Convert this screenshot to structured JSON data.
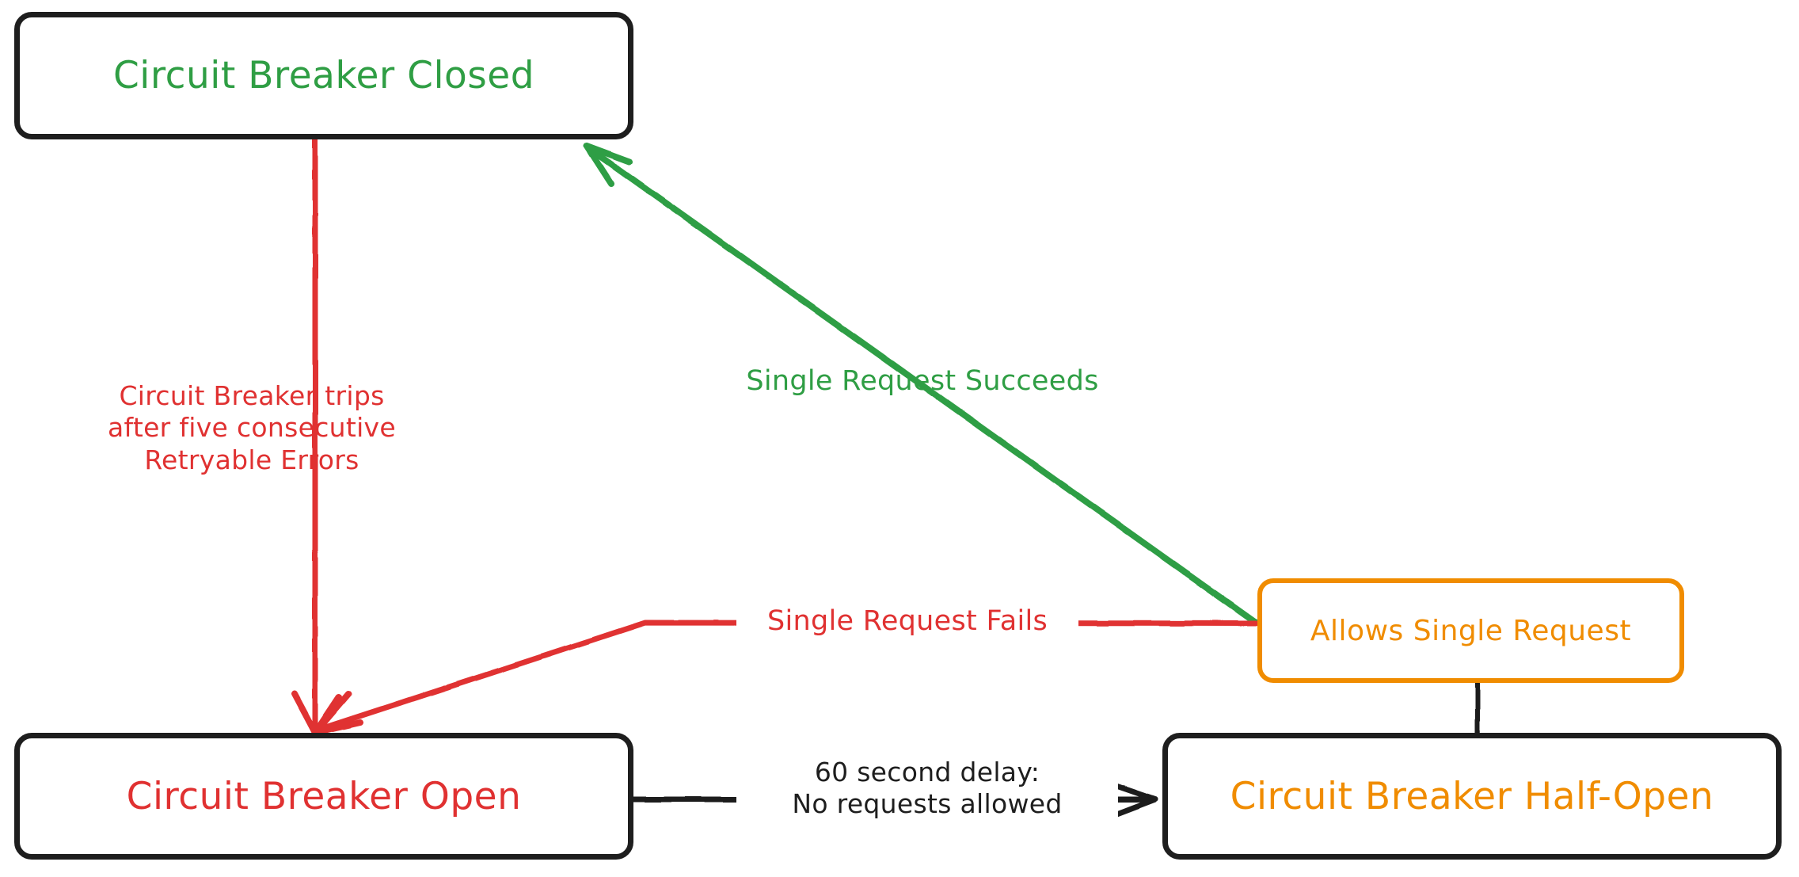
{
  "diagram": {
    "title": "Circuit Breaker State Diagram",
    "type": "state-diagram",
    "background": "#ffffff",
    "colors": {
      "green": "#2f9e44",
      "red": "#e03131",
      "orange": "#f08c00",
      "black": "#1e1e1e"
    },
    "nodes": [
      {
        "id": "closed",
        "label": "Circuit Breaker Closed",
        "text_color": "#2f9e44",
        "border_color": "#1e1e1e"
      },
      {
        "id": "open",
        "label": "Circuit Breaker Open",
        "text_color": "#e03131",
        "border_color": "#1e1e1e"
      },
      {
        "id": "allows",
        "label": "Allows Single Request",
        "text_color": "#f08c00",
        "border_color": "#f08c00"
      },
      {
        "id": "half_open",
        "label": "Circuit Breaker Half-Open",
        "text_color": "#f08c00",
        "border_color": "#1e1e1e"
      }
    ],
    "edges": [
      {
        "id": "closed-to-open",
        "from": "closed",
        "to": "open",
        "color": "#e03131",
        "label": "Circuit Breaker trips\nafter five consecutive\nRetryable Errors"
      },
      {
        "id": "allows-to-closed",
        "from": "allows",
        "to": "closed",
        "color": "#2f9e44",
        "label": "Single Request Succeeds"
      },
      {
        "id": "allows-to-open",
        "from": "allows",
        "to": "open",
        "color": "#e03131",
        "label": "Single Request Fails"
      },
      {
        "id": "open-to-half-open",
        "from": "open",
        "to": "half_open",
        "color": "#1e1e1e",
        "label": "60 second delay:\nNo requests allowed"
      },
      {
        "id": "half-open-to-allows",
        "from": "half_open",
        "to": "allows",
        "color": "#1e1e1e",
        "label": ""
      }
    ]
  }
}
